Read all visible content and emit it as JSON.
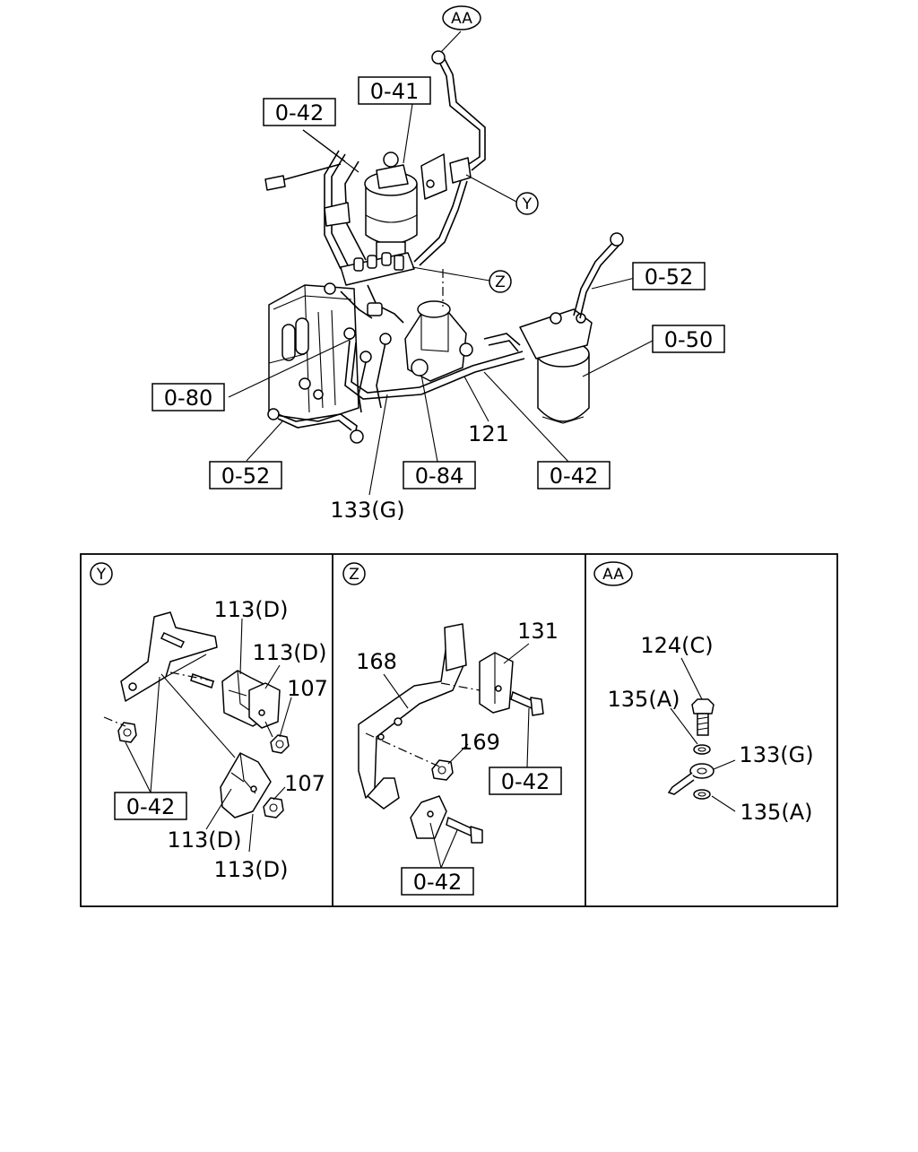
{
  "diagram": {
    "callouts_main": {
      "aa": "AA",
      "y": "Y",
      "z": "Z",
      "box_041": "0-41",
      "box_042_top": "0-42",
      "box_052_right": "0-52",
      "box_050": "0-50",
      "box_080": "0-80",
      "box_052_left": "0-52",
      "box_084": "0-84",
      "box_042_bottom": "0-42",
      "label_121": "121",
      "label_133g": "133(G)"
    },
    "panel_y": {
      "tag": "Y",
      "label_113d_a": "113(D)",
      "label_113d_b": "113(D)",
      "label_107_a": "107",
      "label_107_b": "107",
      "box_042": "0-42",
      "label_113d_c": "113(D)",
      "label_113d_d": "113(D)"
    },
    "panel_z": {
      "tag": "Z",
      "label_168": "168",
      "label_131": "131",
      "label_169": "169",
      "box_042_a": "0-42",
      "box_042_b": "0-42"
    },
    "panel_aa": {
      "tag": "AA",
      "label_124c": "124(C)",
      "label_135a_a": "135(A)",
      "label_133g": "133(G)",
      "label_135a_b": "135(A)"
    }
  }
}
